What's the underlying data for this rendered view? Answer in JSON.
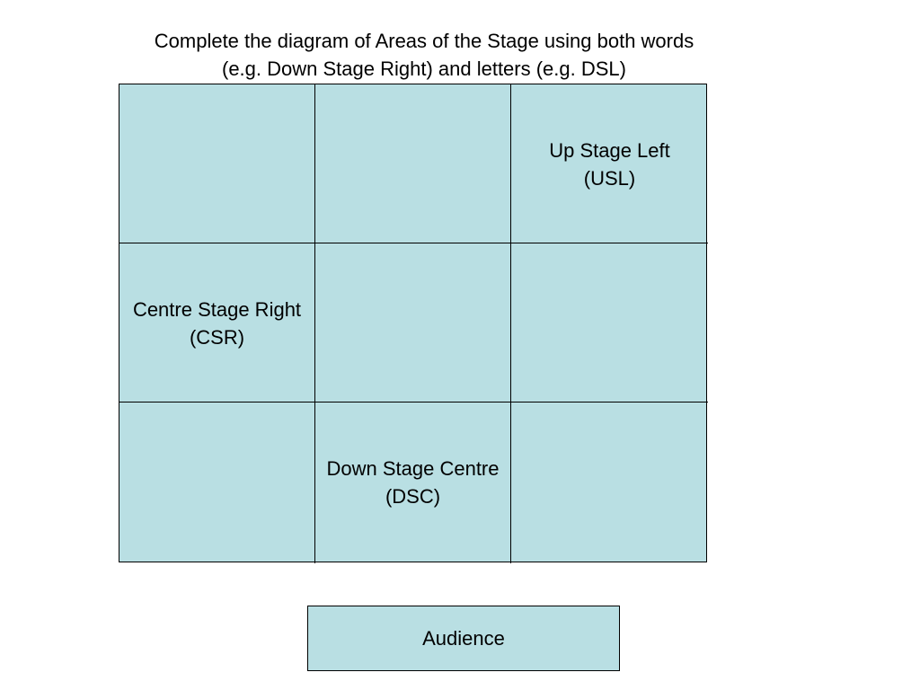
{
  "instructions": {
    "line1": "Complete the diagram of Areas of the Stage using both words",
    "line2": "(e.g. Down Stage Right) and letters (e.g. DSL)"
  },
  "grid": {
    "r1c1": {
      "name": "",
      "code": ""
    },
    "r1c2": {
      "name": "",
      "code": ""
    },
    "r1c3": {
      "name": "Up Stage Left",
      "code": "(USL)"
    },
    "r2c1": {
      "name": "Centre Stage Right",
      "code": "(CSR)"
    },
    "r2c2": {
      "name": "",
      "code": ""
    },
    "r2c3": {
      "name": "",
      "code": ""
    },
    "r3c1": {
      "name": "",
      "code": ""
    },
    "r3c2": {
      "name": "Down Stage Centre",
      "code": "(DSC)"
    },
    "r3c3": {
      "name": "",
      "code": ""
    }
  },
  "audience": {
    "label": "Audience"
  },
  "colors": {
    "cell_fill": "#b9dfe3",
    "border": "#000000",
    "text": "#000000"
  }
}
